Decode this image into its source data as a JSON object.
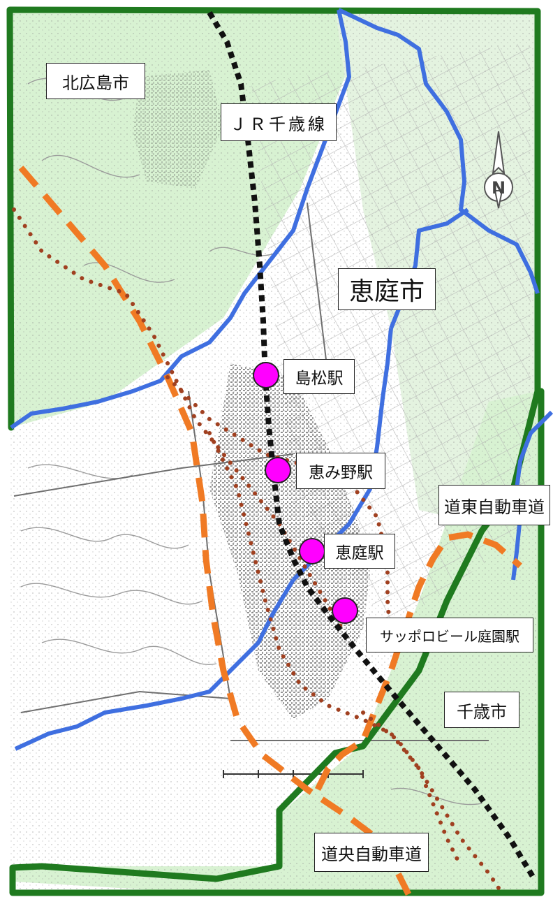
{
  "colors": {
    "green_area": "#d8f2d2",
    "boundary_green": "#1f7a1f",
    "river_blue": "#3f6fe0",
    "expressway_orange": "#f07a24",
    "dotted_brown": "#a04020",
    "railway_black": "#111111",
    "station_magenta": "#ff00ff",
    "map_grey": "#9a9a9a"
  },
  "labels": {
    "kitahiroshima": "北広島市",
    "jr_chitose_line": "ＪＲ千歳線",
    "eniwa_city": "恵庭市",
    "dotou_expressway": "道東自動車道",
    "chitose_city": "千歳市",
    "dou_ou_expressway": "道央自動車道"
  },
  "stations": [
    {
      "name": "島松駅"
    },
    {
      "name": "恵み野駅"
    },
    {
      "name": "恵庭駅"
    },
    {
      "name": "サッポロビール庭園駅"
    }
  ],
  "compass": {
    "letter": "N",
    "icon": "north-arrow-icon"
  }
}
